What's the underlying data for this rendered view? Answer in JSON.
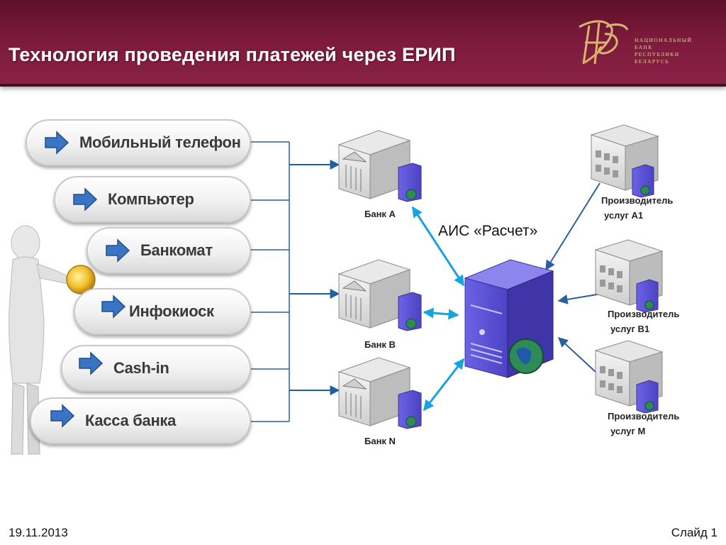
{
  "header": {
    "title": "Технология проведения платежей через ЕРИП",
    "logo_lines": [
      "НАЦИОНАЛЬНЫЙ",
      "БАНК",
      "РЕСПУБЛИКИ",
      "БЕЛАРУСЬ"
    ]
  },
  "channels": [
    {
      "label": "Мобильный телефон"
    },
    {
      "label": "Компьютер"
    },
    {
      "label": "Банкомат"
    },
    {
      "label": "Инфокиоск"
    },
    {
      "label": "Cash-in"
    },
    {
      "label": "Касса банка"
    }
  ],
  "banks": [
    {
      "label": "Банк А"
    },
    {
      "label": "Банк В"
    },
    {
      "label": "Банк N"
    }
  ],
  "central": {
    "label": "АИС «Расчет»"
  },
  "producers": [
    {
      "line1": "Производитель",
      "line2": "услуг А1"
    },
    {
      "line1": "Производитель",
      "line2": "услуг  В1"
    },
    {
      "line1": "Производитель",
      "line2": "услуг М"
    }
  ],
  "footer": {
    "date": "19.11.2013",
    "slide": "Слайд 1"
  },
  "colors": {
    "header": "#7c1a3c",
    "arrow_blue": "#1f5fa6",
    "cyan_arrow": "#16a3e0",
    "server_purple": "#5a4fd0",
    "connector": "#2b5f9e"
  }
}
